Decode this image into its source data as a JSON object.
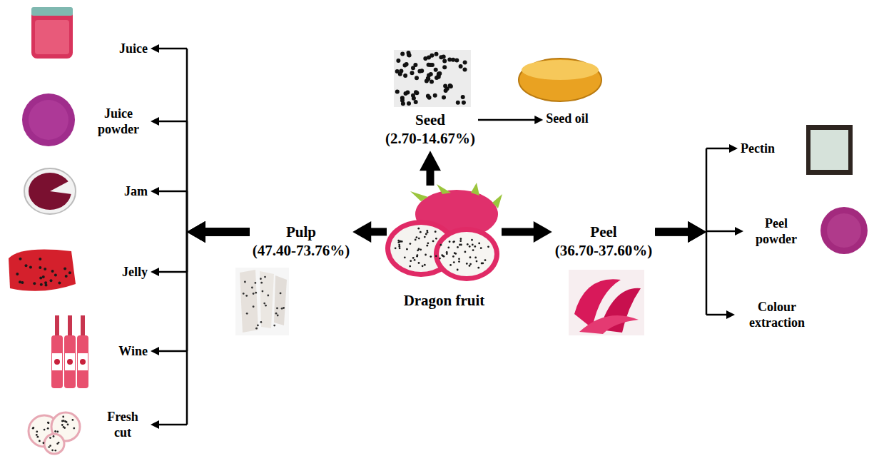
{
  "diagram": {
    "nodes": [
      {
        "text": [
          "Dragon fruit"
        ]
      },
      {
        "text": [
          "Seed",
          "(2.70-14.67%)"
        ]
      },
      {
        "text": [
          "Seed oil"
        ]
      },
      {
        "text": [
          "Pulp",
          "(47.40-73.76%)"
        ]
      },
      {
        "text": [
          "Juice"
        ]
      },
      {
        "text": [
          "Juice powder"
        ]
      },
      {
        "text": [
          "Jam"
        ]
      },
      {
        "text": [
          "Jelly"
        ]
      },
      {
        "text": [
          "Wine"
        ]
      },
      {
        "text": [
          "Fresh cut"
        ]
      },
      {
        "text": [
          "Peel",
          "(36.70-37.60%)"
        ]
      },
      {
        "text": [
          "Pectin"
        ]
      },
      {
        "text": [
          "Peel powder"
        ]
      },
      {
        "text": [
          "Colour extraction"
        ]
      }
    ],
    "edges": [
      {
        "from": 0,
        "to": 1,
        "arrow": "to"
      },
      {
        "from": 1,
        "to": 2,
        "arrow": "to"
      },
      {
        "from": 0,
        "to": 3,
        "arrow": "to"
      },
      {
        "from": 3,
        "to": 4,
        "arrow": "to"
      },
      {
        "from": 3,
        "to": 5,
        "arrow": "to"
      },
      {
        "from": 3,
        "to": 6,
        "arrow": "to"
      },
      {
        "from": 3,
        "to": 7,
        "arrow": "to"
      },
      {
        "from": 3,
        "to": 8,
        "arrow": "to"
      },
      {
        "from": 3,
        "to": 9,
        "arrow": "to"
      },
      {
        "from": 0,
        "to": 10,
        "arrow": "to"
      },
      {
        "from": 10,
        "to": 11,
        "arrow": "to"
      },
      {
        "from": 10,
        "to": 12,
        "arrow": "to"
      },
      {
        "from": 10,
        "to": 13,
        "arrow": "to"
      }
    ]
  }
}
